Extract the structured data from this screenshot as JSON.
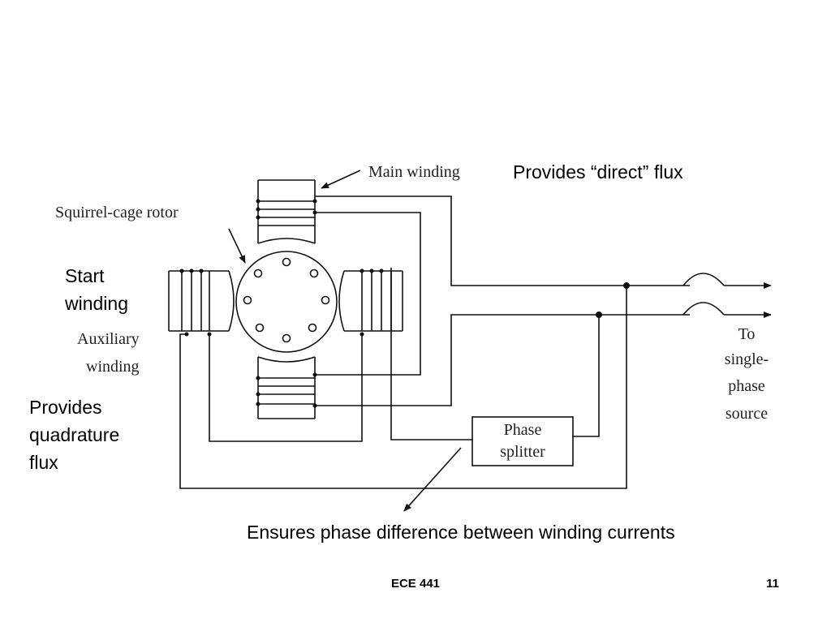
{
  "diagram": {
    "labels": {
      "main_winding": "Main winding",
      "squirrel_cage_rotor": "Squirrel-cage rotor",
      "auxiliary_winding_1": "Auxiliary",
      "auxiliary_winding_2": "winding",
      "phase_splitter_1": "Phase",
      "phase_splitter_2": "splitter",
      "source_1": "To",
      "source_2": "single-",
      "source_3": "phase",
      "source_4": "source"
    }
  },
  "annotations": {
    "direct_flux": "Provides “direct” flux",
    "start_winding_1": "Start",
    "start_winding_2": "winding",
    "quadrature_1": "Provides",
    "quadrature_2": "quadrature",
    "quadrature_3": "flux",
    "phase_difference": "Ensures phase difference between winding currents"
  },
  "footer": {
    "course": "ECE 441",
    "page_number": "11"
  }
}
